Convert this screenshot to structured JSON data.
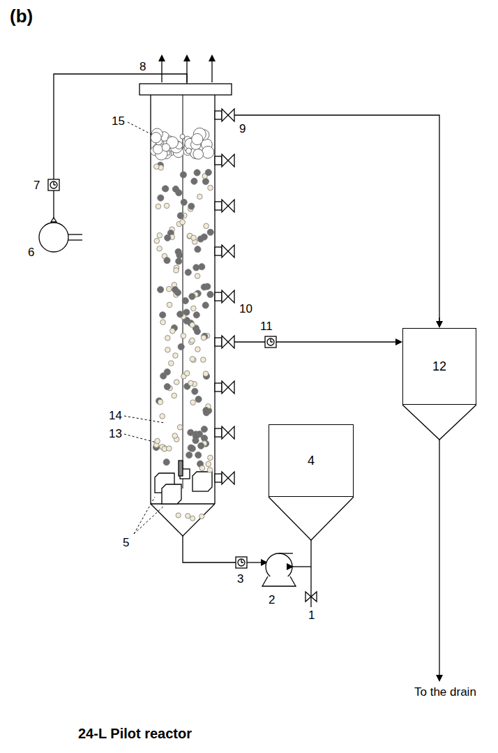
{
  "diagram": {
    "caption": "24-L Pilot reactor",
    "nodes": [
      {
        "text": [
          "4"
        ]
      },
      {
        "text": [
          "12"
        ]
      }
    ],
    "labels": [
      "(b)",
      "8",
      "15",
      "9",
      "7",
      "6",
      "10",
      "11",
      "14",
      "13",
      "5",
      "3",
      "2",
      "1",
      "To the drain"
    ]
  }
}
